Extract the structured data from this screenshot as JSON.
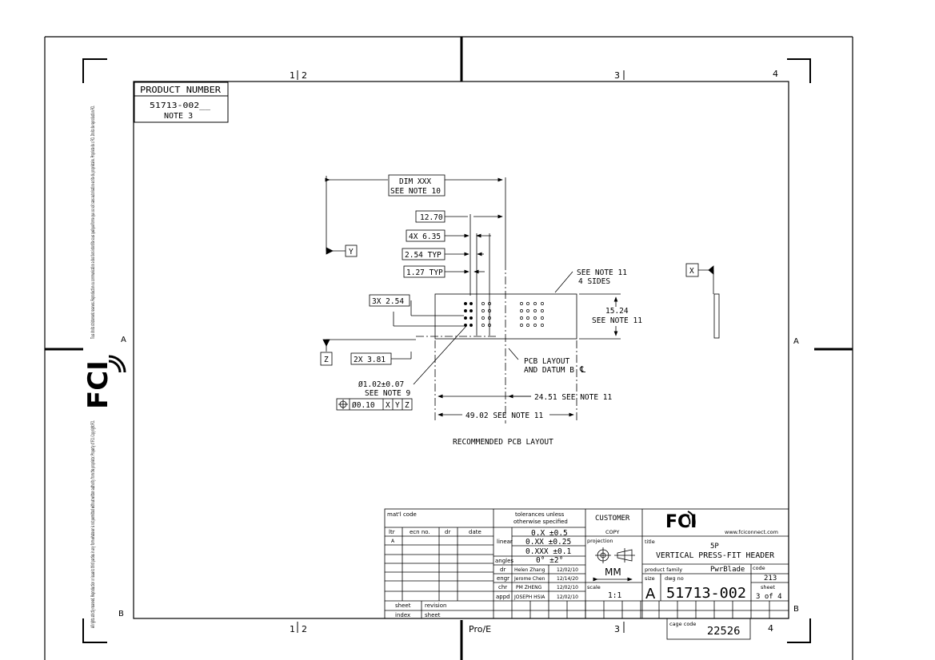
{
  "frame": {
    "zones_top": [
      "1",
      "2",
      "3",
      "4"
    ],
    "zones_bottom": [
      "1",
      "2",
      "3",
      "4"
    ],
    "rows_left": [
      "A",
      "B"
    ],
    "rows_right": [
      "A",
      "B"
    ],
    "pro_e": "Pro/E"
  },
  "margin": {
    "top_notice": "Tous droits strictement reserves. Reproduction ou communication a des tiers interdite sous quelque forme que ce soit sans autorisation ecrite du proprietaire. Propriete de c FCI. Droits de reproduction FCI.",
    "bottom_notice": "All rights strictly reserved. Reproduction or issue to third parties in any form whatever is not permitted without written authority from the proprietor. Property of FCI. Copyright FCI.",
    "logo": "FCI"
  },
  "product_box": {
    "header": "PRODUCT NUMBER",
    "number": "51713-002__",
    "note": "NOTE 3"
  },
  "drawing": {
    "dim_xxx": "DIM XXX",
    "see_note_10": "SEE NOTE 10",
    "d_12_70": "12.70",
    "d_4x_635": "4X 6.35",
    "d_254_typ": "2.54 TYP",
    "d_127_typ": "1.27 TYP",
    "d_3x_254": "3X 2.54",
    "d_2x_381": "2X 3.81",
    "datum_y": "Y",
    "datum_z": "Z",
    "datum_x": "X",
    "note11_4sides_1": "SEE NOTE 11",
    "note11_4sides_2": "4 SIDES",
    "h_15_24": "15.24",
    "h_see_note_11": "SEE NOTE 11",
    "pcb_layout_1": "PCB LAYOUT",
    "pcb_layout_2": "AND DATUM B",
    "hole_dia": "Ø1.02±0.07",
    "see_note_9": "SEE NOTE 9",
    "fcf_tol": "Ø0.10",
    "fcf_x": "X",
    "fcf_y": "Y",
    "fcf_z": "Z",
    "d_24_51": "24.51 SEE NOTE 11",
    "d_49_02": "49.02 SEE NOTE 11",
    "caption": "RECOMMENDED PCB LAYOUT"
  },
  "title_block": {
    "matl_code": "mat'l code",
    "rev_headers": [
      "ltr",
      "ecn no.",
      "dr",
      "date"
    ],
    "rev_row": [
      "A",
      "",
      "",
      ""
    ],
    "sheet": "sheet",
    "revision": "revision",
    "index": "index",
    "sheet2": "sheet",
    "tolerances_1": "tolerances unless",
    "tolerances_2": "otherwise specified",
    "linear": "linear",
    "tol_x": "0.X ±0.5",
    "tol_xx": "0.XX ±0.25",
    "tol_xxx": "0.XXX ±0.1",
    "angles": "angles",
    "tol_angle": "0° ±2°",
    "approvals": [
      {
        "role": "dr",
        "name": "Helen Zhang",
        "date": "12/02/10"
      },
      {
        "role": "engr",
        "name": "Jerome Chen",
        "date": "12/14/20"
      },
      {
        "role": "chr",
        "name": "PM ZHENG",
        "date": "12/02/10"
      },
      {
        "role": "appd",
        "name": "JOSEPH HSIA",
        "date": "12/02/10"
      }
    ],
    "customer": "CUSTOMER",
    "copy": "COPY",
    "projection": "projection",
    "units": "MM",
    "scale_label": "scale",
    "scale": "1:1",
    "logo": "FCI",
    "website": "www.fciconnect.com",
    "title_label": "title",
    "title_1": "5P",
    "title_2": "VERTICAL PRESS-FIT HEADER",
    "product_family_label": "product family",
    "product_family": "PwrBlade",
    "code_label": "code",
    "code": "213",
    "size_label": "size",
    "size": "A",
    "dwg_no_label": "dwg no",
    "dwg_no": "51713-002",
    "sheet_label": "sheet",
    "sheet_value": "3 of 4",
    "cage_code_label": "cage code",
    "cage_code": "22526"
  }
}
